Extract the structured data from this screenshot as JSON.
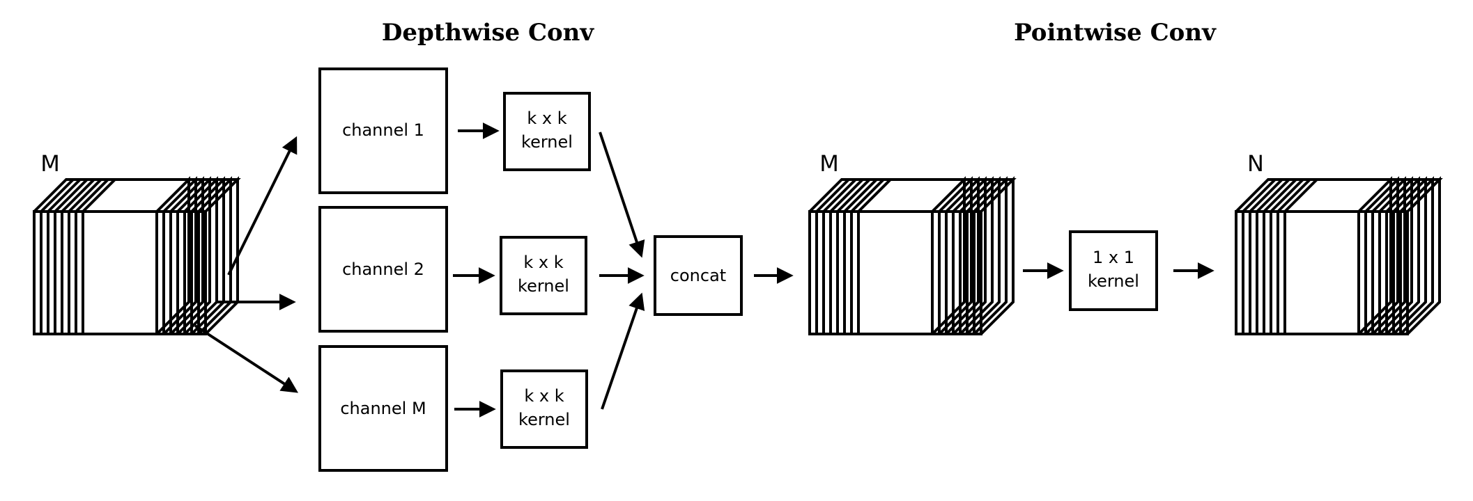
{
  "titles": {
    "depthwise": "Depthwise Conv",
    "pointwise": "Pointwise Conv"
  },
  "tensors": {
    "input_label": "M",
    "middle_label": "M",
    "output_label": "N"
  },
  "channels": {
    "c1": "channel 1",
    "c2": "channel 2",
    "cm": "channel M"
  },
  "kernels": {
    "k1_line1": "k x k",
    "k1_line2": "kernel",
    "k2_line1": "k x k",
    "k2_line2": "kernel",
    "k3_line1": "k x k",
    "k3_line2": "kernel",
    "pw_line1": "1 x 1",
    "pw_line2": "kernel"
  },
  "concat": "concat",
  "colors": {
    "stroke": "#000000",
    "background": "#ffffff"
  }
}
